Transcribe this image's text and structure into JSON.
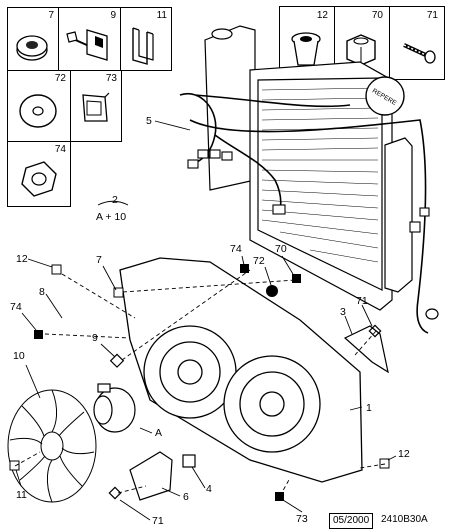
{
  "panels": {
    "p7": "7",
    "p9": "9",
    "p11": "11",
    "p12": "12",
    "p70": "70",
    "p71": "71",
    "p72": "72",
    "p73": "73",
    "p74": "74"
  },
  "reperage": "REPERE",
  "ref_note": {
    "num": "2",
    "text": "A + 10"
  },
  "callouts": {
    "c5": "5",
    "c12a": "12",
    "c7": "7",
    "c8": "8",
    "c74a": "74",
    "c74b": "74",
    "c72": "72",
    "c70": "70",
    "c9": "9",
    "c10": "10",
    "c11": "11",
    "c3": "3",
    "c71a": "71",
    "cA": "A",
    "c4": "4",
    "c6": "6",
    "c1": "1",
    "c12b": "12",
    "c71b": "71",
    "c73": "73"
  },
  "footer": {
    "date": "05/2000",
    "code": "2410B30A"
  }
}
